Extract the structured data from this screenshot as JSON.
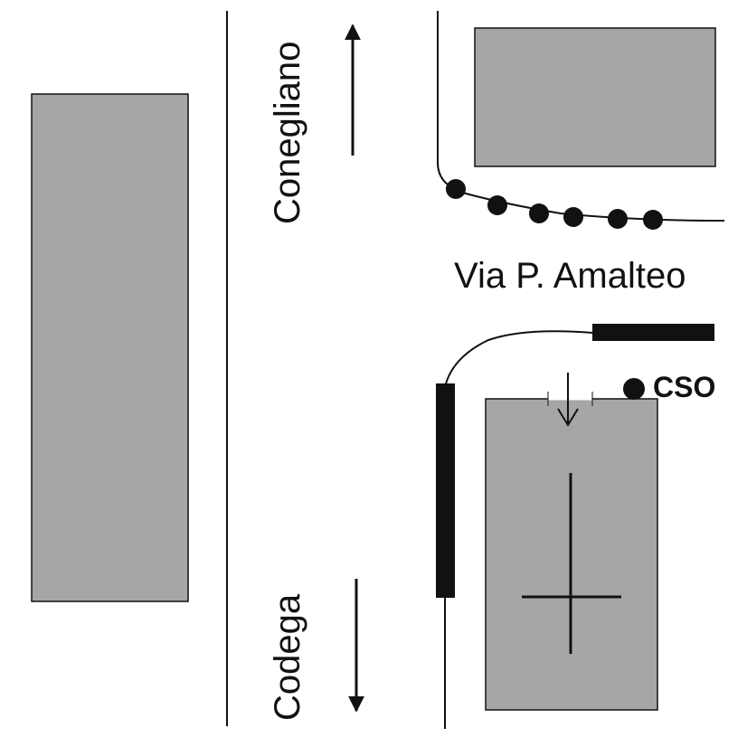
{
  "colors": {
    "building_fill": "#a6a6a6",
    "stroke": "#111111",
    "background": "#ffffff"
  },
  "labels": {
    "north_direction": "Conegliano",
    "south_direction": "Codega",
    "street_name": "Via P. Amalteo",
    "cso_label": "CSO"
  },
  "icons": {
    "north_arrow": "arrow-up-icon",
    "south_arrow": "arrow-down-icon",
    "flow_arrow": "arrow-down-icon",
    "cross_marker": "cross-icon",
    "cso_point": "filled-circle-icon"
  }
}
